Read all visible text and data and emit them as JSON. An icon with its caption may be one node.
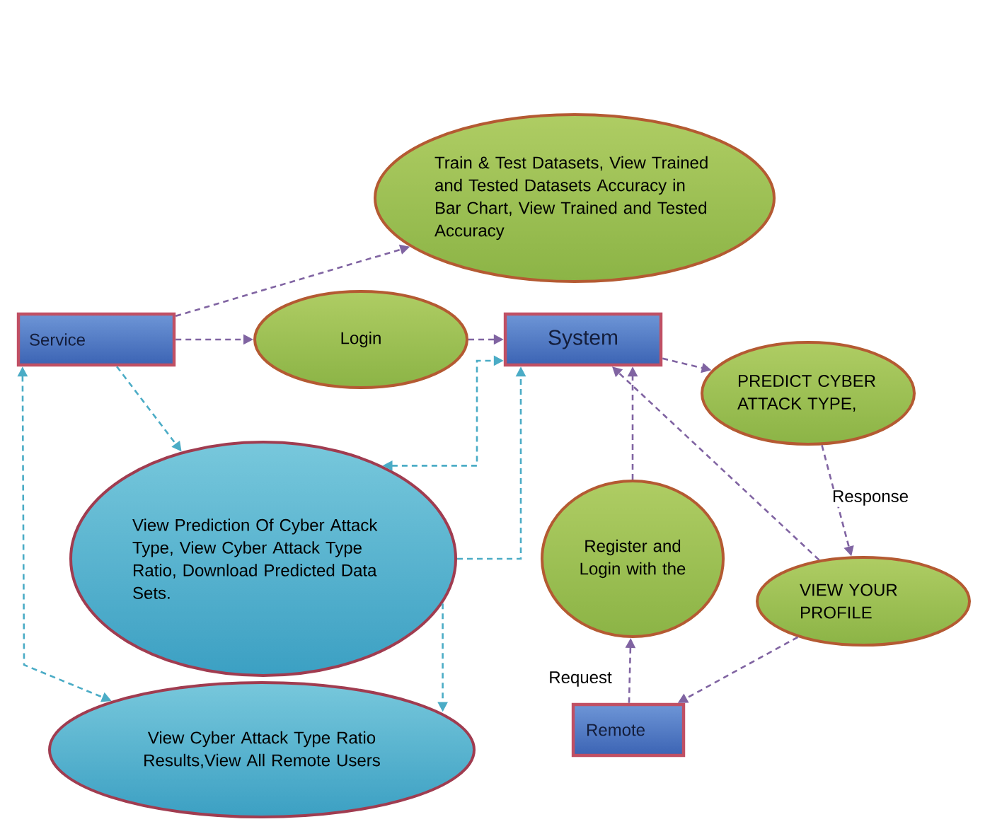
{
  "diagram": {
    "nodes": [
      {
        "text": [
          "Service"
        ]
      },
      {
        "text": [
          "Train & Test Datasets, View Trained and Tested Datasets Accuracy in Bar Chart, View Trained and Tested Accuracy"
        ]
      },
      {
        "text": [
          "Login"
        ]
      },
      {
        "text": [
          "System"
        ]
      },
      {
        "text": [
          "PREDICT CYBER ATTACK TYPE,"
        ]
      },
      {
        "text": [
          "View Prediction Of Cyber Attack Type, View Cyber Attack Type Ratio, Download Predicted Data Sets."
        ]
      },
      {
        "text": [
          "Register and Login with the"
        ]
      },
      {
        "text": [
          "VIEW YOUR PROFILE"
        ]
      },
      {
        "text": [
          "View Cyber Attack Type Ratio Results,View All Remote Users"
        ]
      },
      {
        "text": [
          "Remote"
        ]
      }
    ],
    "edges": [
      {
        "from": 0,
        "to": 1,
        "arrow": "to",
        "style": "dashed"
      },
      {
        "from": 0,
        "to": 2,
        "arrow": "to",
        "style": "dashed"
      },
      {
        "from": 2,
        "to": 3,
        "arrow": "to",
        "style": "dashed"
      },
      {
        "from": 5,
        "to": 3,
        "arrow": "both",
        "style": "dashed",
        "color": "#4bacc6"
      },
      {
        "from": 5,
        "to": 3,
        "arrow": "to",
        "style": "dashed",
        "color": "#4bacc6"
      },
      {
        "from": 6,
        "to": 3,
        "arrow": "to",
        "style": "dashed"
      },
      {
        "from": 3,
        "to": 4,
        "arrow": "to",
        "style": "dashed"
      },
      {
        "from": 4,
        "to": 7,
        "arrow": "to",
        "style": "dashed",
        "label": "Response"
      },
      {
        "from": 7,
        "to": 3,
        "arrow": "to",
        "style": "dashed"
      },
      {
        "from": 7,
        "to": 9,
        "arrow": "to",
        "style": "dashed"
      },
      {
        "from": 9,
        "to": 6,
        "arrow": "to",
        "style": "dashed",
        "label": "Request"
      },
      {
        "from": 0,
        "to": 5,
        "arrow": "to",
        "style": "dashed",
        "color": "#4bacc6"
      },
      {
        "from": 0,
        "to": 8,
        "arrow": "both",
        "style": "dashed",
        "color": "#4bacc6"
      },
      {
        "from": 5,
        "to": 8,
        "arrow": "to",
        "style": "dashed",
        "color": "#4bacc6"
      }
    ]
  }
}
